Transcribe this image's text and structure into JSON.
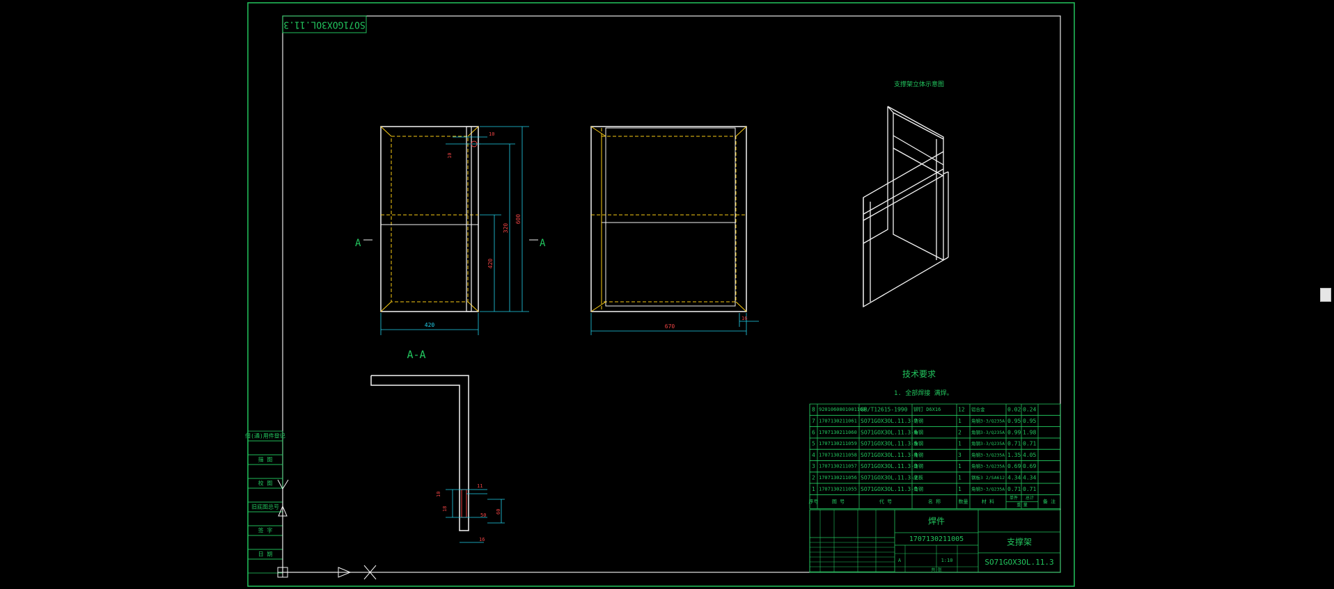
{
  "drawing": {
    "stamp_code": "SO71GOX3OL.11.3",
    "section_marker": "A",
    "section_label": "A-A",
    "iso_view_title": "支撑架立体示意图",
    "tech_req_title": "技术要求",
    "tech_req_item": "1. 全部焊接 满焊。"
  },
  "dims": {
    "front_width": "420",
    "front_height": "600",
    "front_mid": "420",
    "front_upper": "320",
    "front_top_small": "10",
    "front_top_small2": "10",
    "side_width": "670",
    "side_small": "16",
    "detail_a": "10",
    "detail_b": "11",
    "detail_c": "16",
    "detail_d": "60",
    "detail_e": "50",
    "detail_f": "18"
  },
  "side_labels": [
    "借(通)用件登记",
    "描 图",
    "校 图",
    "旧底图总号",
    "签 字",
    "日 期"
  ],
  "bom": {
    "rows": [
      {
        "seq": "8",
        "code": "9201060801001100",
        "std": "GB/T12615-1990",
        "name": "铆钉 D6X16",
        "qty": "12",
        "mat": "铝合金",
        "unit": "0.02",
        "total": "0.24"
      },
      {
        "seq": "7",
        "code": "1707130211061",
        "std": "SO71GOX3OL.11.3-7",
        "name": "角钢",
        "qty": "1",
        "mat": "角钢3-3/Q235A",
        "unit": "0.95",
        "total": "0.95"
      },
      {
        "seq": "6",
        "code": "1707130211060",
        "std": "SO71GOX3OL.11.3-6",
        "name": "角钢",
        "qty": "2",
        "mat": "角钢3-3/Q235A",
        "unit": "0.99",
        "total": "1.98"
      },
      {
        "seq": "5",
        "code": "1707130211059",
        "std": "SO71GOX3OL.11.3-5",
        "name": "角钢",
        "qty": "1",
        "mat": "角钢3-3/Q235A",
        "unit": "0.71",
        "total": "0.71"
      },
      {
        "seq": "4",
        "code": "1707130211058",
        "std": "SO71GOX3OL.11.3-4",
        "name": "角钢",
        "qty": "3",
        "mat": "角钢3-3/Q235A",
        "unit": "1.35",
        "total": "4.05"
      },
      {
        "seq": "3",
        "code": "1707130211057",
        "std": "SO71GOX3OL.11.3-3",
        "name": "角钢",
        "qty": "1",
        "mat": "角钢3-3/Q235A",
        "unit": "0.69",
        "total": "0.69"
      },
      {
        "seq": "2",
        "code": "1707130211056",
        "std": "SO71GOX3OL.11.3-2",
        "name": "底板",
        "qty": "1",
        "mat": "钢板3 2/SA612",
        "unit": "4.34",
        "total": "4.34"
      },
      {
        "seq": "1",
        "code": "1707130211055",
        "std": "SO71GOX3OL.11.3-1",
        "name": "角钢",
        "qty": "1",
        "mat": "角钢3-3/Q235A",
        "unit": "0.71",
        "total": "0.71"
      }
    ],
    "header": [
      "序号",
      "图 号",
      "代 号",
      "名 称",
      "数量",
      "材 料",
      "单件",
      "总计",
      "备 注"
    ],
    "weight_header": "重 量"
  },
  "title_block": {
    "category": "焊件",
    "part_code": "1707130211005",
    "part_name": "支撑架",
    "drawing_no": "SO71GOX3OL.11.3",
    "scale": "1:10",
    "sheet": "共 张",
    "stage": "A"
  }
}
